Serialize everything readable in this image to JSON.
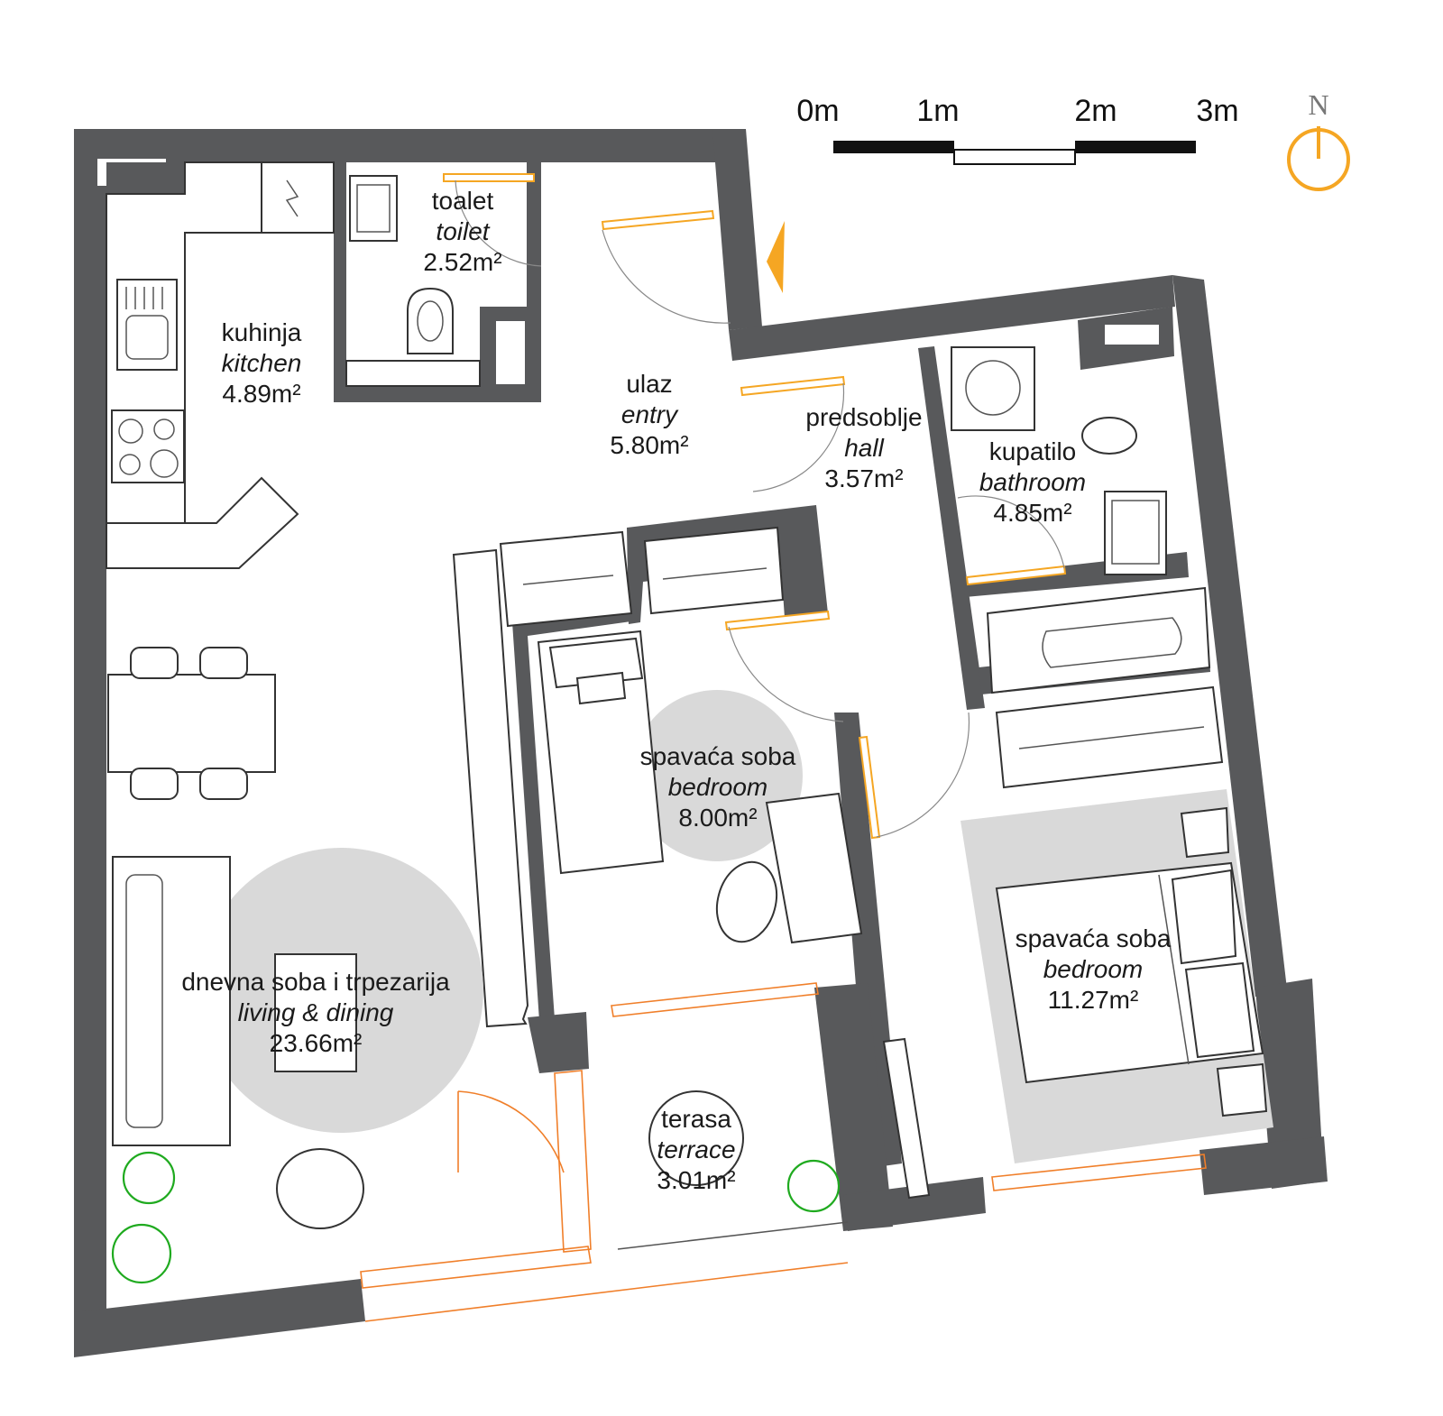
{
  "scale_bar": {
    "labels": [
      "0m",
      "1m",
      "2m",
      "3m"
    ]
  },
  "north": {
    "label": "N",
    "color": "#f5a623"
  },
  "colors": {
    "wall": "#58595b",
    "door_accent": "#f5a623",
    "exterior_line": "#f07f2a",
    "rug": "#d9d9d9",
    "plant": "#1faa1f"
  },
  "rooms": {
    "toilet": {
      "name_local": "toalet",
      "name_en": "toilet",
      "area": "2.52m²"
    },
    "kitchen": {
      "name_local": "kuhinja",
      "name_en": "kitchen",
      "area": "4.89m²"
    },
    "entry": {
      "name_local": "ulaz",
      "name_en": "entry",
      "area": "5.80m²"
    },
    "hall": {
      "name_local": "predsoblje",
      "name_en": "hall",
      "area": "3.57m²"
    },
    "bathroom": {
      "name_local": "kupatilo",
      "name_en": "bathroom",
      "area": "4.85m²"
    },
    "bedroom_small": {
      "name_local": "spavaća soba",
      "name_en": "bedroom",
      "area": "8.00m²"
    },
    "living": {
      "name_local": "dnevna soba i trpezarija",
      "name_en": "living & dining",
      "area": "23.66m²"
    },
    "terrace": {
      "name_local": "terasa",
      "name_en": "terrace",
      "area": "3.01m²"
    },
    "bedroom_large": {
      "name_local": "spavaća soba",
      "name_en": "bedroom",
      "area": "11.27m²"
    }
  }
}
